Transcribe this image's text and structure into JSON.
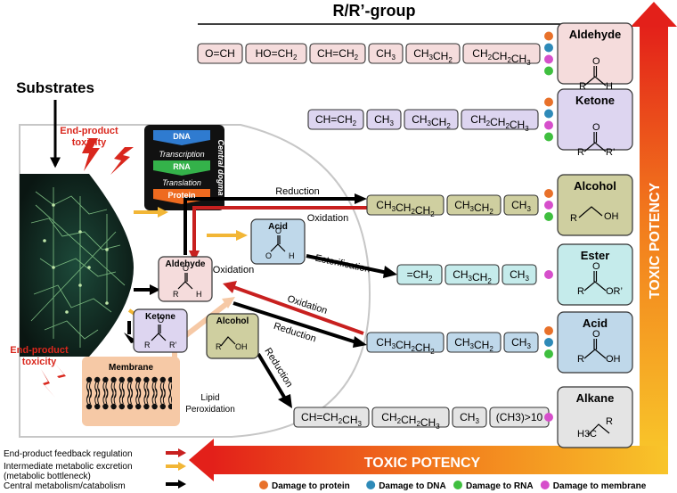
{
  "header": {
    "rgroup_title": "R/R’-group"
  },
  "substrates": "Substrates",
  "end_product_toxicity_top": [
    "End-product",
    "toxicity"
  ],
  "end_product_toxicity_bottom": [
    "End-product",
    "toxicity"
  ],
  "dogma": {
    "dna": "DNA",
    "transcription": "Transcription",
    "rna": "RNA",
    "translation": "Translation",
    "protein": "Protein",
    "side_label": "Central dogma"
  },
  "membrane": "Membrane",
  "lipid_peroxidation": [
    "Lipid",
    "Peroxidation"
  ],
  "inner": {
    "aldehyde": "Aldehyde",
    "acid": "Acid",
    "ketone": "Ketone",
    "alcohol": "Alcohol",
    "struct_r": "R",
    "struct_h": "H",
    "struct_o": "O",
    "struct_rp": "R’",
    "struct_oh": "OH"
  },
  "flow": {
    "reduction_top": "Reduction",
    "oxidation_top": "Oxidation",
    "oxidation_mid": "Oxidation",
    "esterification": "Esterification",
    "oxidation_low": "Oxidation",
    "reduction_low": "Reduction",
    "reduction_alkane": "Reduction"
  },
  "rows": [
    {
      "cells": [
        "O=CH",
        "HO=CH2",
        "CH=CH2",
        "CH3",
        "CH3CH2",
        "CH2CH2CH3"
      ],
      "dots": [
        "#e8712a",
        "#2e8ab8",
        "#d64fcb",
        "#3fbf3f"
      ],
      "class": "Aldehyde"
    },
    {
      "cells": [
        "CH=CH2",
        "CH3",
        "CH3CH2",
        "CH2CH2CH3"
      ],
      "dots": [
        "#e8712a",
        "#2e8ab8",
        "#d64fcb",
        "#3fbf3f"
      ],
      "class": "Ketone"
    },
    {
      "cells": [
        "CH3CH2CH2",
        "CH3CH2",
        "CH3"
      ],
      "dots": [
        "#e8712a",
        "#d64fcb",
        "#3fbf3f"
      ],
      "class": "Alcohol"
    },
    {
      "cells": [
        "=CH2",
        "CH3CH2",
        "CH3"
      ],
      "dots": [
        "#d64fcb"
      ],
      "class": "Ester"
    },
    {
      "cells": [
        "CH3CH2CH2",
        "CH3CH2",
        "CH3"
      ],
      "dots": [
        "#e8712a",
        "#2e8ab8",
        "#3fbf3f"
      ],
      "class": "Acid"
    },
    {
      "cells": [
        "CH=CH2CH3",
        "CH2CH2CH3",
        "CH3",
        "(CH3)>10"
      ],
      "dots": [
        "#d64fcb"
      ],
      "class": "Alkane"
    }
  ],
  "toxic_potency_h": "TOXIC POTENCY",
  "toxic_potency_v": "TOXIC POTENCY",
  "legend": [
    {
      "text": "End-product feedback regulation",
      "color": "#c8201f"
    },
    {
      "text": "Intermediate metabolic excretion",
      "color": "#f2b636"
    },
    {
      "text": "(metabolic bottleneck)",
      "color": ""
    },
    {
      "text": "Central metabolism/catabolism",
      "color": "#000000"
    }
  ],
  "damage_legend": [
    {
      "text": "Damage to protein",
      "color": "#e8712a"
    },
    {
      "text": "Damage to DNA",
      "color": "#2e8ab8"
    },
    {
      "text": "Damage to RNA",
      "color": "#3fbf3f"
    },
    {
      "text": "Damage to membrane",
      "color": "#d64fcb"
    }
  ],
  "colors": {
    "aldehyde_fill": "#f5dcdc",
    "ketone_fill": "#ddd5f0",
    "alcohol_fill": "#cfcfa0",
    "ester_fill": "#c5ebeb",
    "acid_fill": "#bfd8ea",
    "alkane_fill": "#e4e4e4",
    "arrow_red": "#c8201f",
    "arrow_yellow": "#f2b636",
    "arrow_peach": "#f6c9a6"
  }
}
